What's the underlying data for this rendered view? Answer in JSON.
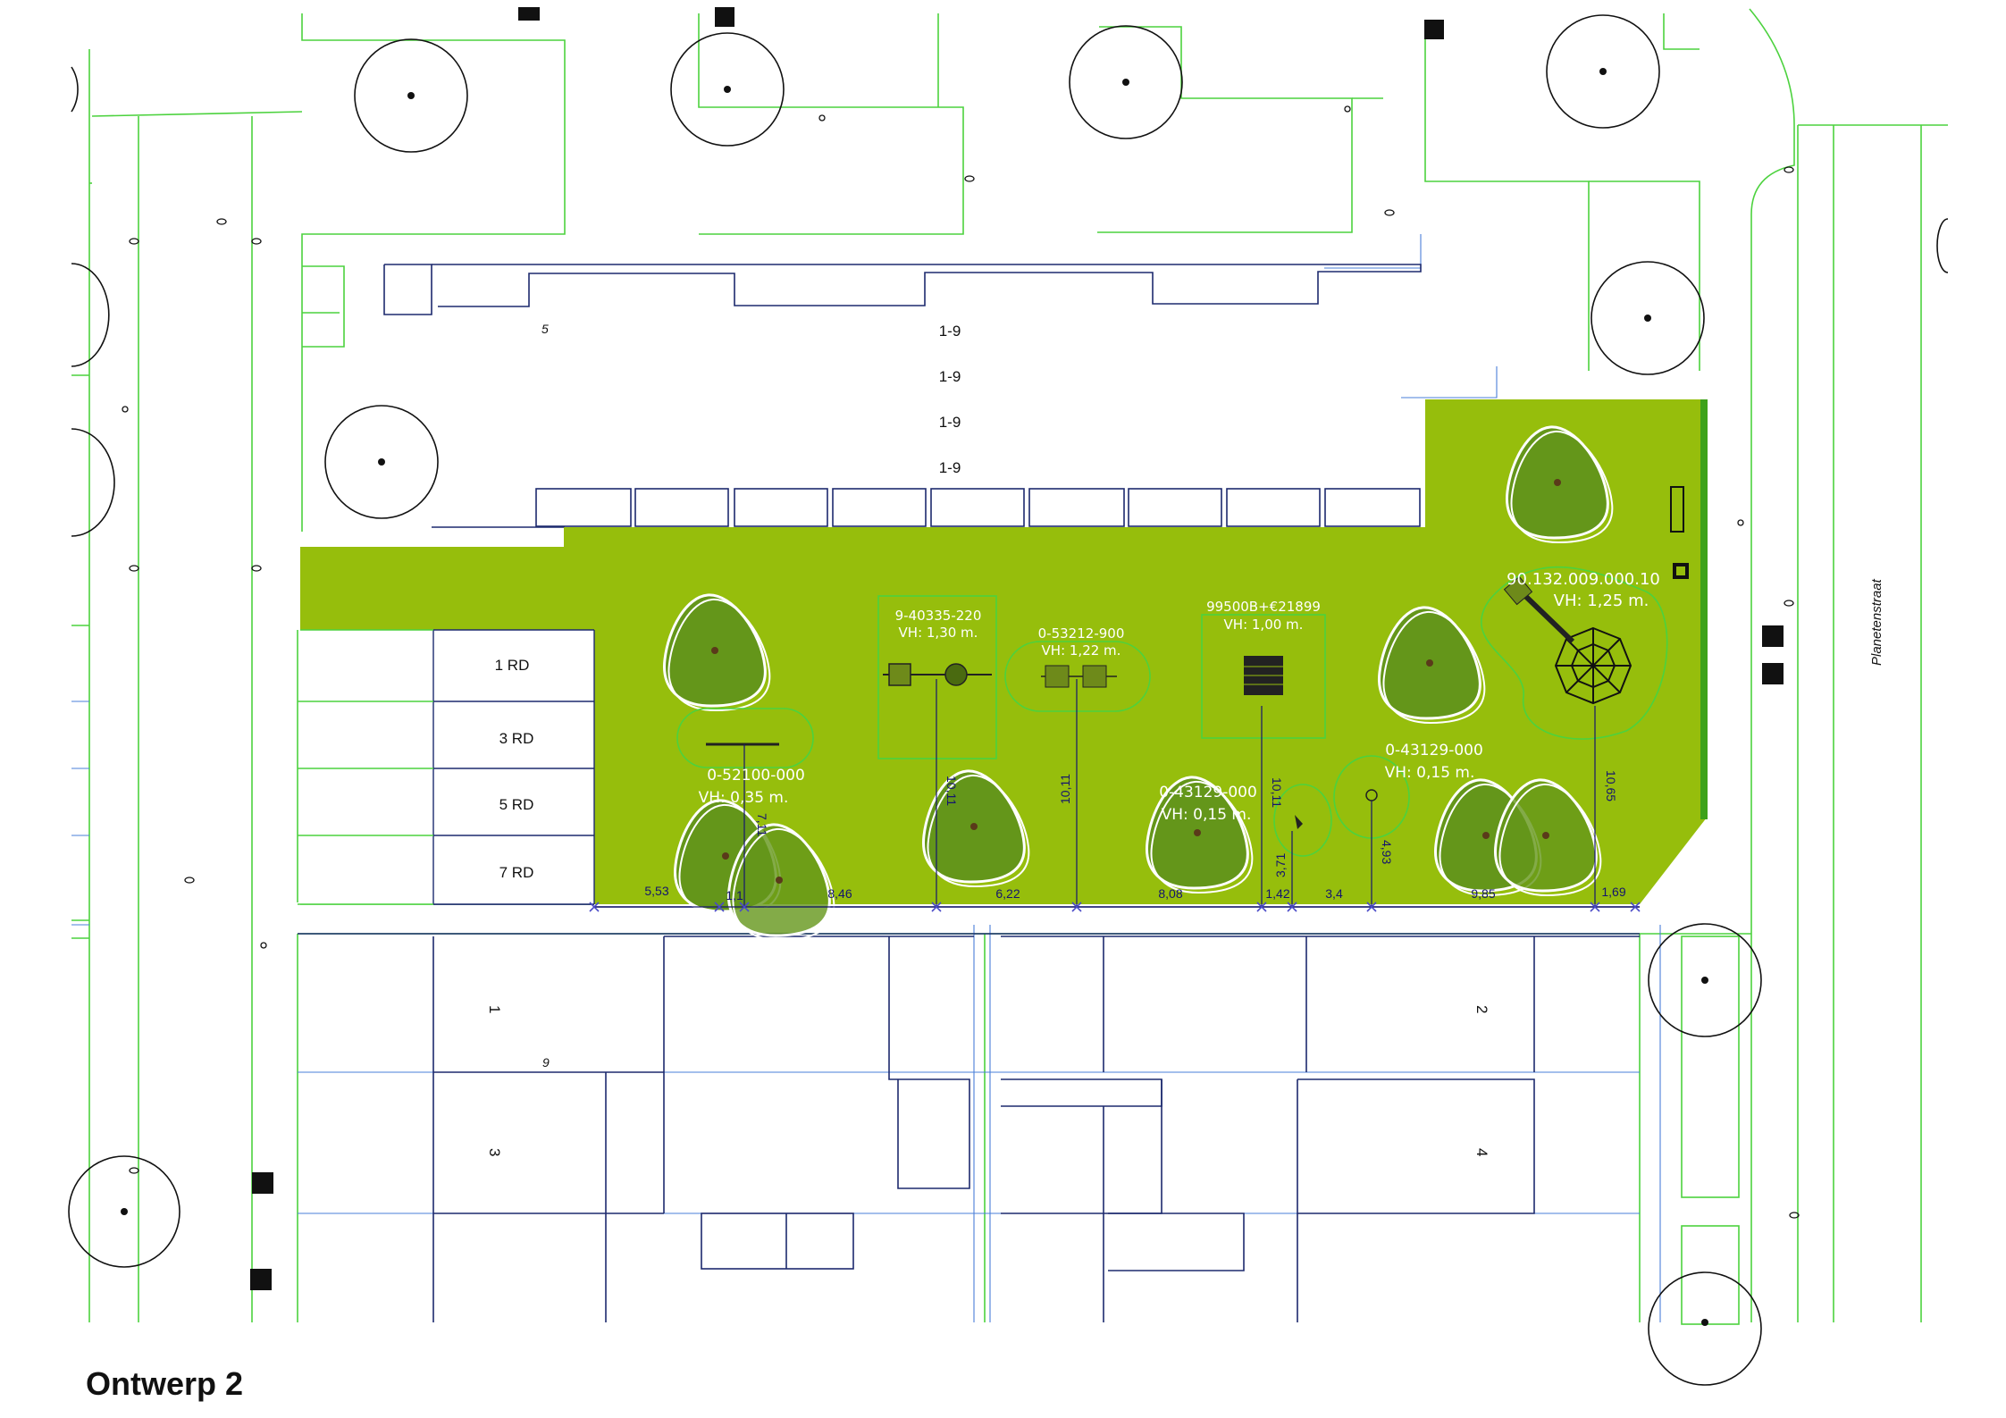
{
  "title": "Ontwerp 2",
  "street_name": "Planetenstraat",
  "colors": {
    "park": "#96be0c",
    "park_edge": "#3ea21a",
    "tree_fill": "#64961a",
    "parcel_line": "#4cd23e",
    "building_line": "#1d2a6e",
    "thin_blue": "#4a7fd8"
  },
  "parking_spots": [
    "1 RD",
    "3 RD",
    "5 RD",
    "7 RD"
  ],
  "block_label": "1-9",
  "top_numbers": [
    "5"
  ],
  "house_numbers": [
    "1",
    "3",
    "9",
    "2",
    "4"
  ],
  "equipment": [
    {
      "code": "9-40335-220",
      "height": "VH: 1,30 m."
    },
    {
      "code": "0-53212-900",
      "height": "VH: 1,22 m."
    },
    {
      "code": "99500B+€21899",
      "height": "VH: 1,00 m."
    },
    {
      "code": "90.132.009.000.10",
      "height": "VH: 1,25 m."
    },
    {
      "code": "0-52100-000",
      "height": "VH: 0,35 m."
    },
    {
      "code": "0-43129-000",
      "height": "VH: 0,15 m."
    },
    {
      "code": "0-43129-000",
      "height": "VH: 0,15 m."
    }
  ],
  "dimensions": {
    "bottom": [
      "5,53",
      "1,1",
      "8,46",
      "6,22",
      "8,08",
      "1,42",
      "3,4",
      "9,85",
      "1,69"
    ],
    "vertical": [
      "7,11",
      "10,11",
      "10,11",
      "10,11",
      "3,71",
      "4,93",
      "10,65"
    ]
  }
}
